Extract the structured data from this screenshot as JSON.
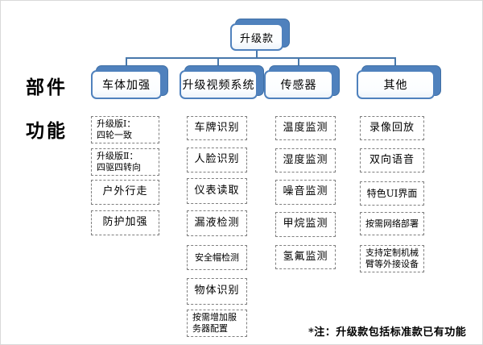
{
  "title": "升级款",
  "row_labels": {
    "components": "部件",
    "functions": "功能"
  },
  "categories": [
    {
      "label": "车体加强",
      "items": [
        "升级版Ⅰ：\n四轮一致",
        "升级版Ⅱ：\n四驱四转向",
        "户外行走",
        "防护加强"
      ]
    },
    {
      "label": "升级视频系统",
      "items": [
        "车牌识别",
        "人脸识别",
        "仪表读取",
        "漏液检测",
        "安全帽检测",
        "物体识别",
        "按需增加服\n务器配置"
      ]
    },
    {
      "label": "传感器",
      "items": [
        "温度监测",
        "湿度监测",
        "噪音监测",
        "甲烷监测",
        "氢氟监测"
      ]
    },
    {
      "label": "其他",
      "items": [
        "录像回放",
        "双向语音",
        "特色UI界面",
        "按需网络部署",
        "支持定制机械\n臂等外接设备"
      ]
    }
  ],
  "note": "*注：升级款包括标准款已有功能",
  "colors": {
    "accent": "#4f81bd",
    "accent-dark": "#3f6fa5",
    "connector": "#4878ab",
    "dashed": "#7f7f7f"
  }
}
